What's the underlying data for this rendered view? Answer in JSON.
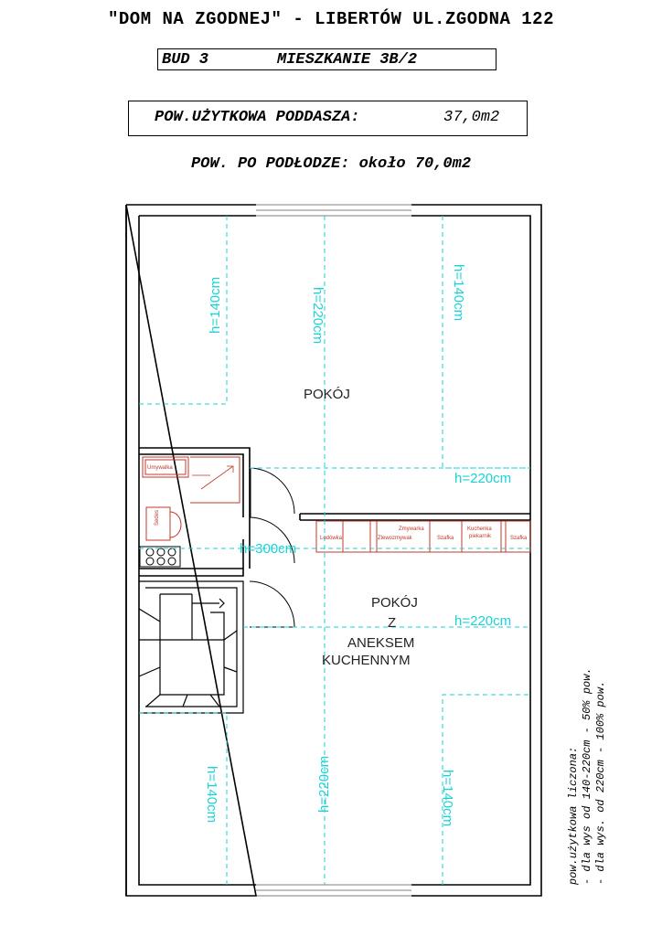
{
  "header": {
    "title": "\"DOM NA ZGODNEJ\" - LIBERTÓW UL.ZGODNA 122",
    "building": "BUD 3",
    "apartment": "MIESZKANIE 3B/2",
    "usable_area_label": "POW.UŻYTKOWA PODDASZA:",
    "usable_area_value": "37,0m2",
    "floor_area_line": "POW. PO PODŁODZE: około 70,0m2"
  },
  "rooms": {
    "room1": "POKÓJ",
    "room2_line1": "POKÓJ",
    "room2_line2": "Z",
    "room2_line3": "ANEKSEM",
    "room2_line4": "KUCHENNYM"
  },
  "heights": {
    "h140": "h=140cm",
    "h220": "h=220cm",
    "h300": "h=300cm"
  },
  "fixtures": {
    "washbasin": "Umywalka",
    "toilet": "Sedes",
    "fridge": "Lodówka",
    "sink": "Zlewozmywak",
    "sink_top": "Zmywarka",
    "cabinet": "Szafka",
    "cooker": "Kuchenka",
    "cooker2": "piekarnik"
  },
  "notes": {
    "line1": "pow.użytkowa liczona:",
    "line2": "- dla wys od 140-220cm - 50% pow.",
    "line3": "- dla wys. od 220cm -   100% pow."
  },
  "colors": {
    "wall": "#000000",
    "height_lines": "#19d3d6",
    "fixtures": "#c0392b"
  }
}
